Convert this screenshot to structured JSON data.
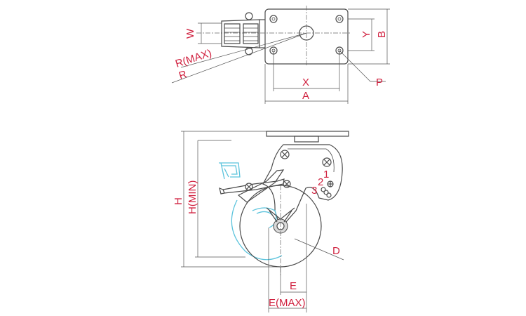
{
  "colors": {
    "line": "#4a4a4a",
    "label": "#d0213f",
    "swing": "#5bc3dc"
  },
  "labels": {
    "W": "W",
    "R_MAX": "R(MAX)",
    "R": "R",
    "Y": "Y",
    "B": "B",
    "X": "X",
    "A": "A",
    "P": "P",
    "H": "H",
    "H_MIN": "H(MIN)",
    "D": "D",
    "E": "E",
    "E_MAX": "E(MAX)",
    "brake_1": "1",
    "brake_2": "2",
    "brake_3": "3"
  }
}
